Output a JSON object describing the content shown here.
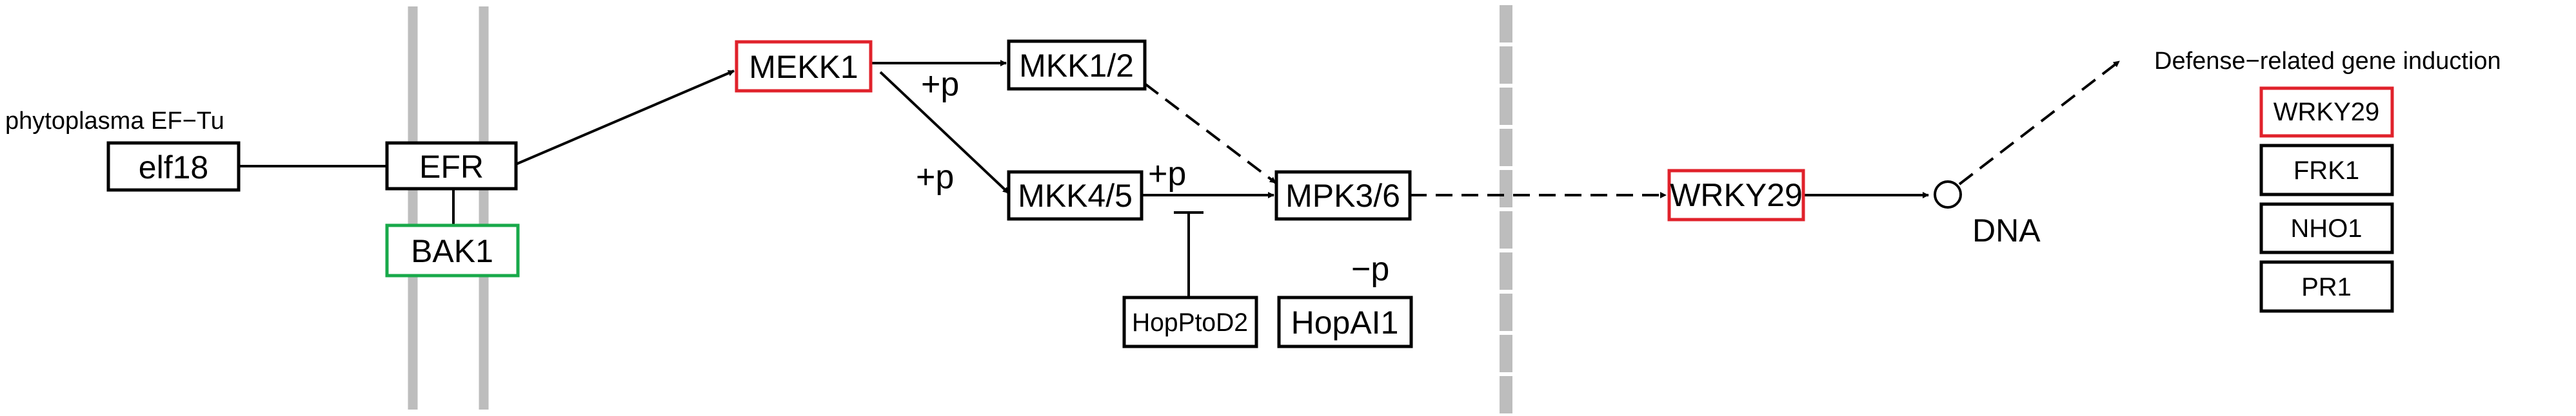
{
  "colors": {
    "red_outline": "#E0222B",
    "green_outline": "#18A94A",
    "black_outline": "#000000",
    "membrane_gray": "#BDBDBD"
  },
  "labels": {
    "phytoplasma": "phytoplasma EF−Tu",
    "defense": "Defense−related gene  induction",
    "dna": "DNA",
    "p1": "+p",
    "p2": "+p",
    "p3": "+p",
    "p4": "−p"
  },
  "nodes": {
    "elf18": "elf18",
    "efr": "EFR",
    "bak1": "BAK1",
    "mekk1": "MEKK1",
    "mkk12": "MKK1/2",
    "mkk45": "MKK4/5",
    "mpk36": "MPK3/6",
    "hopptod2": "HopPtoD2",
    "hopai1": "HopAI1",
    "wrky29_main": "WRKY29",
    "wrky29_gene": "WRKY29",
    "frk1": "FRK1",
    "nho1": "NHO1",
    "pr1": "PR1"
  }
}
